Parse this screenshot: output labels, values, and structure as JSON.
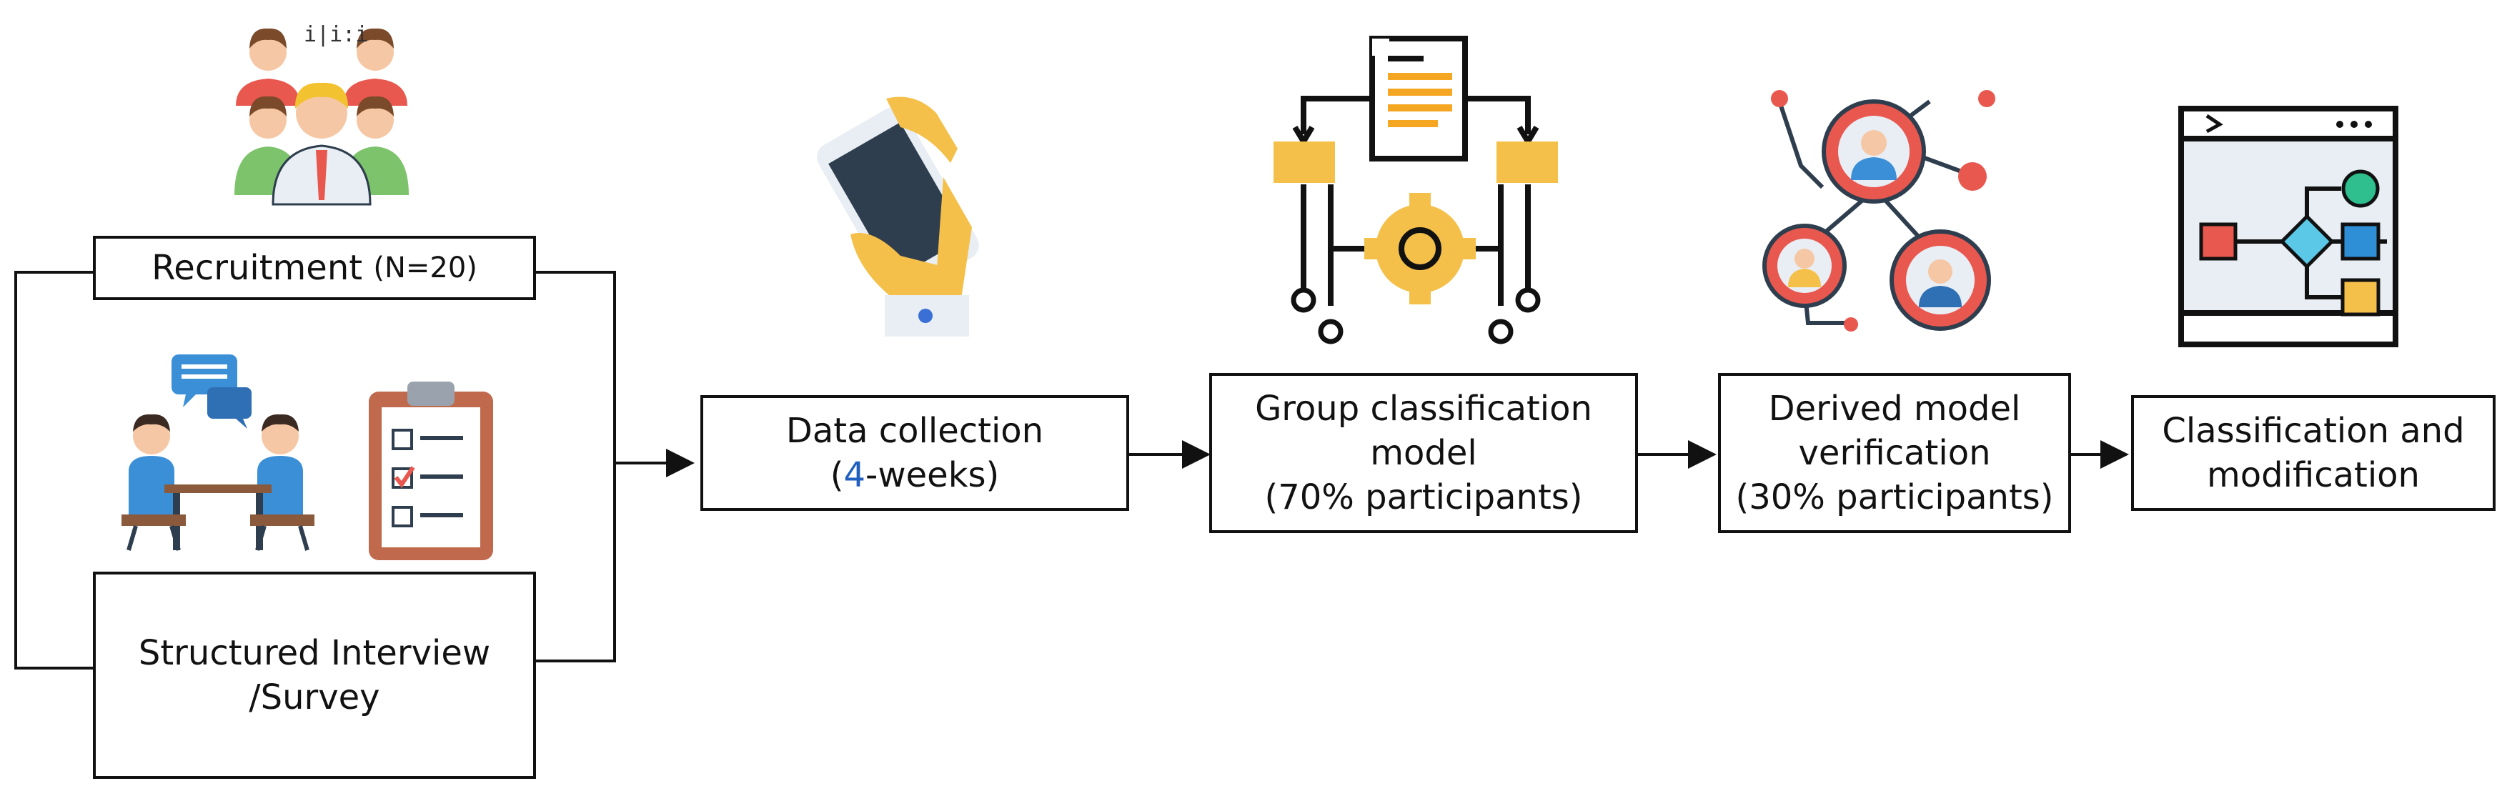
{
  "steps": {
    "recruitment": {
      "label": "Recruitment",
      "note": "(N=20)"
    },
    "interview": {
      "line1": "Structured Interview",
      "line2": "/Survey"
    },
    "data_collection": {
      "line1": "Data collection",
      "line2_open": "(",
      "line2_num": "4",
      "line2_rest": "-weeks)"
    },
    "group_model": {
      "line1": "Group classification",
      "line2": "model",
      "line3": "(70% participants)"
    },
    "verification": {
      "line1": "Derived model",
      "line2": "verification",
      "line3": "(30% participants)"
    },
    "classification": {
      "line1": "Classification and",
      "line2": "modification"
    }
  },
  "icons": [
    "people-group-icon",
    "interview-icon",
    "clipboard-checklist-icon",
    "smartphone-hand-icon",
    "document-process-gear-icon",
    "network-users-icon",
    "flowchart-window-icon"
  ],
  "colors": {
    "blue": "#1f5fbf",
    "orange": "#f5c04a",
    "red": "#e8584f",
    "dark": "#2f3e4e"
  }
}
